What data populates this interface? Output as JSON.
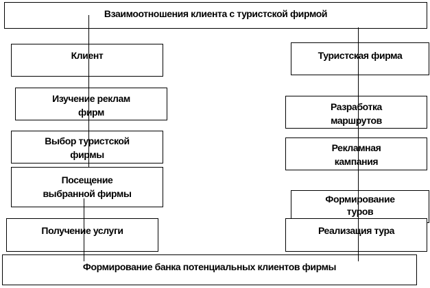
{
  "diagram": {
    "title": "Взаимоотношения клиента с туристской фирмой",
    "client": {
      "header": "Клиент",
      "steps": [
        {
          "line1": "Изучение реклам",
          "line2": "фирм"
        },
        {
          "line1": "Выбор туристской",
          "line2": "фирмы"
        },
        {
          "line1": "Посещение",
          "line2": "выбранной фирмы"
        },
        {
          "line1": "Получение услуги"
        }
      ]
    },
    "firm": {
      "header": "Туристская фирма",
      "steps": [
        {
          "line1": "Разработка",
          "line2": "маршрутов"
        },
        {
          "line1": "Рекламная",
          "line2": "кампания"
        },
        {
          "line1": "Формирование",
          "line2": "туров"
        },
        {
          "line1": "Реализация тура"
        }
      ]
    },
    "footer": "Формирование банка потенциальных клиентов фирмы"
  }
}
